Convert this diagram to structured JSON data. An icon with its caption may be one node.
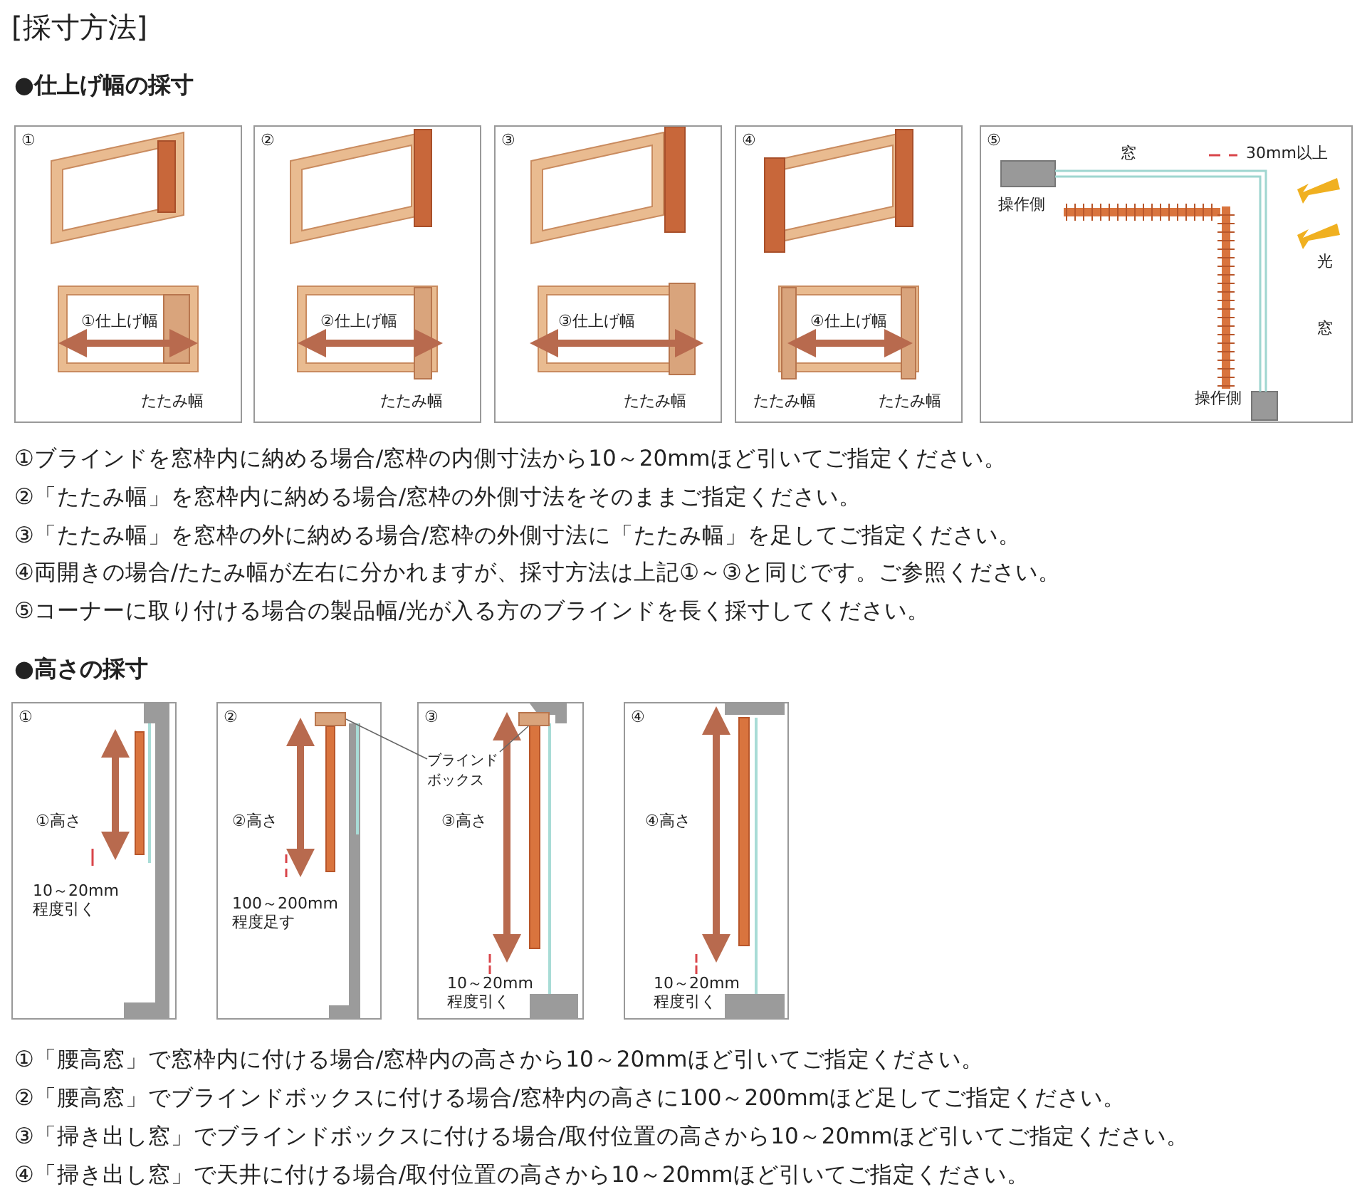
{
  "diagram": {
    "title": "[採寸方法]",
    "nodes": [
      {
        "text": [
          "①",
          "①仕上げ幅",
          "たたみ幅"
        ]
      },
      {
        "text": [
          "②",
          "②仕上げ幅",
          "たたみ幅"
        ]
      },
      {
        "text": [
          "③",
          "③仕上げ幅",
          "たたみ幅"
        ]
      },
      {
        "text": [
          "④",
          "④仕上げ幅",
          "たたみ幅",
          "たたみ幅"
        ]
      },
      {
        "text": [
          "⑤",
          "窓",
          "30mm以上",
          "操作側",
          "光",
          "窓",
          "操作側"
        ]
      },
      {
        "text": [
          "①",
          "①高さ",
          "10～20mm 程度引く"
        ]
      },
      {
        "text": [
          "②",
          "②高さ",
          "100～200mm 程度足す"
        ]
      },
      {
        "text": [
          "③",
          "③高さ",
          "10～20mm 程度引く"
        ]
      },
      {
        "text": [
          "④",
          "④高さ",
          "10～20mm 程度引く"
        ]
      },
      {
        "text": [
          "ブラインドボックス"
        ],
        "in": 7
      },
      {
        "text": [],
        "shape": "box",
        "in": 6
      },
      {
        "text": [],
        "shape": "box",
        "in": 7
      }
    ],
    "edges": [
      {
        "from": 9,
        "to": 10,
        "arrow": "none"
      },
      {
        "from": 9,
        "to": 11,
        "arrow": "none"
      }
    ],
    "labels": [
      "●仕上げ幅の採寸",
      "①ブラインドを窓枠内に納める場合/窓枠の内側寸法から10～20mmほど引いてご指定ください。",
      "②「たたみ幅」を窓枠内に納める場合/窓枠の外側寸法をそのままご指定ください。",
      "③「たたみ幅」を窓枠の外に納める場合/窓枠の外側寸法に「たたみ幅」を足してご指定ください。",
      "④両開きの場合/たたみ幅が左右に分かれますが、採寸方法は上記①～③と同じです。ご参照ください。",
      "⑤コーナーに取り付ける場合の製品幅/光が入る方のブラインドを長く採寸してください。",
      "●高さの採寸",
      "①「腰高窓」で窓枠内に付ける場合/窓枠内の高さから10～20mmほど引いてご指定ください。",
      "②「腰高窓」でブラインドボックスに付ける場合/窓枠内の高さに100～200mmほど足してご指定ください。",
      "③「掃き出し窓」でブラインドボックスに付ける場合/取付位置の高さから10～20mmほど引いてご指定ください。",
      "④「掃き出し窓」で天井に付ける場合/取付位置の高さから10～20mmほど引いてご指定ください。"
    ]
  }
}
